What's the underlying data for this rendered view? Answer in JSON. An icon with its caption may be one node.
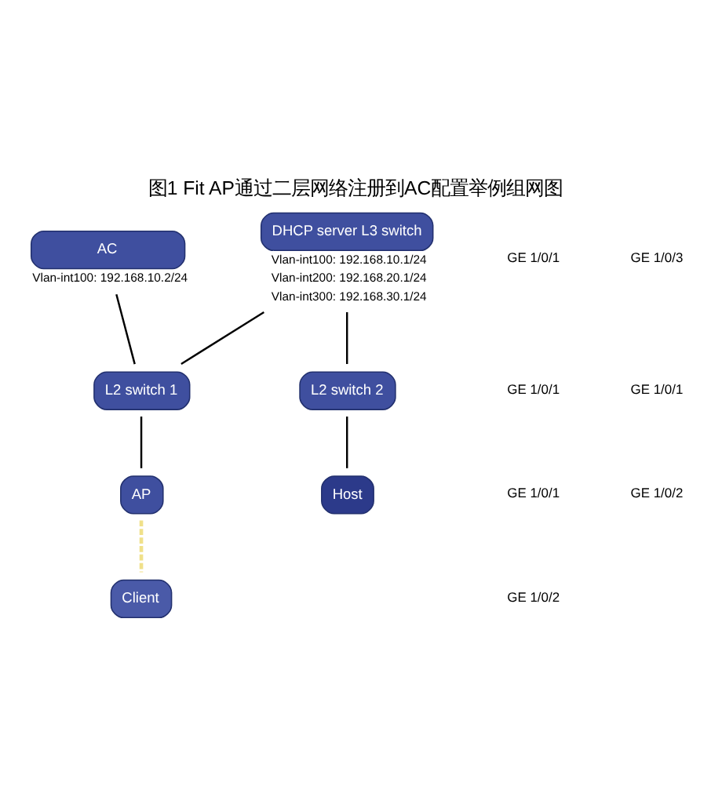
{
  "diagram": {
    "title": "图1 Fit AP通过二层网络注册到AC配置举例组网图",
    "nodes": [
      {
        "text": [
          "DHCP server L3 switch"
        ],
        "beside": [
          "Vlan-int100: 192.168.10.1/24",
          "Vlan-int200: 192.168.20.1/24",
          "Vlan-int300: 192.168.30.1/24"
        ]
      },
      {
        "text": [
          "AC"
        ],
        "beside": [
          "Vlan-int100: 192.168.10.2/24"
        ]
      },
      {
        "text": [
          "L2 switch 1"
        ]
      },
      {
        "text": [
          "L2 switch 2"
        ]
      },
      {
        "text": [
          "AP"
        ]
      },
      {
        "text": [
          "Host"
        ]
      },
      {
        "text": [
          "Client"
        ]
      }
    ],
    "edges": [
      {
        "from": 0,
        "to": 2,
        "arrow": "none"
      },
      {
        "from": 0,
        "to": 3,
        "arrow": "none"
      },
      {
        "from": 1,
        "to": 2,
        "arrow": "none"
      },
      {
        "from": 2,
        "to": 4,
        "arrow": "none"
      },
      {
        "from": 3,
        "to": 5,
        "arrow": "none"
      },
      {
        "from": 4,
        "to": 6,
        "arrow": "none",
        "style": "dashed",
        "color": "#f0e08a"
      }
    ],
    "labels": [
      "GE 1/0/1",
      "GE 1/0/3",
      "GE 1/0/1",
      "GE 1/0/1",
      "GE 1/0/1",
      "GE 1/0/2",
      "GE 1/0/2"
    ]
  }
}
